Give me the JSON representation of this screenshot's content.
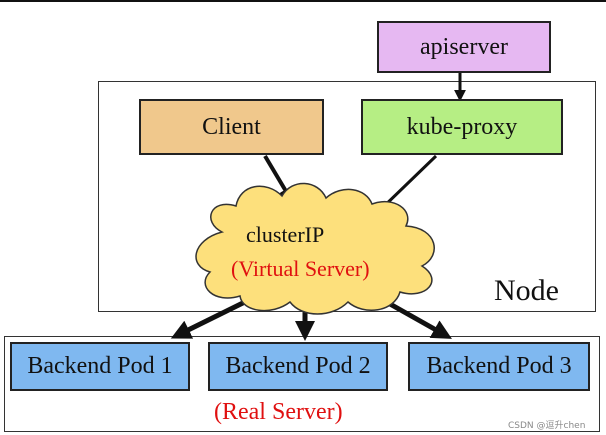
{
  "apiserver": {
    "label": "apiserver",
    "color": "#e6b8f2"
  },
  "node": {
    "label": "Node"
  },
  "client": {
    "label": "Client",
    "color": "#f0c88c"
  },
  "kube_proxy": {
    "label": "kube-proxy",
    "color": "#b6ee84"
  },
  "cluster_ip": {
    "label": "clusterIP",
    "sublabel": "(Virtual Server)",
    "color": "#fde07c",
    "sublabel_color": "#e01010"
  },
  "backend_pods": [
    {
      "label": "Backend Pod 1"
    },
    {
      "label": "Backend Pod 2"
    },
    {
      "label": "Backend Pod 3"
    }
  ],
  "backend_pod_color": "#7fb8f0",
  "real_server": {
    "label": "(Real Server)",
    "color": "#e01010"
  },
  "watermark": "CSDN @逗升chen"
}
